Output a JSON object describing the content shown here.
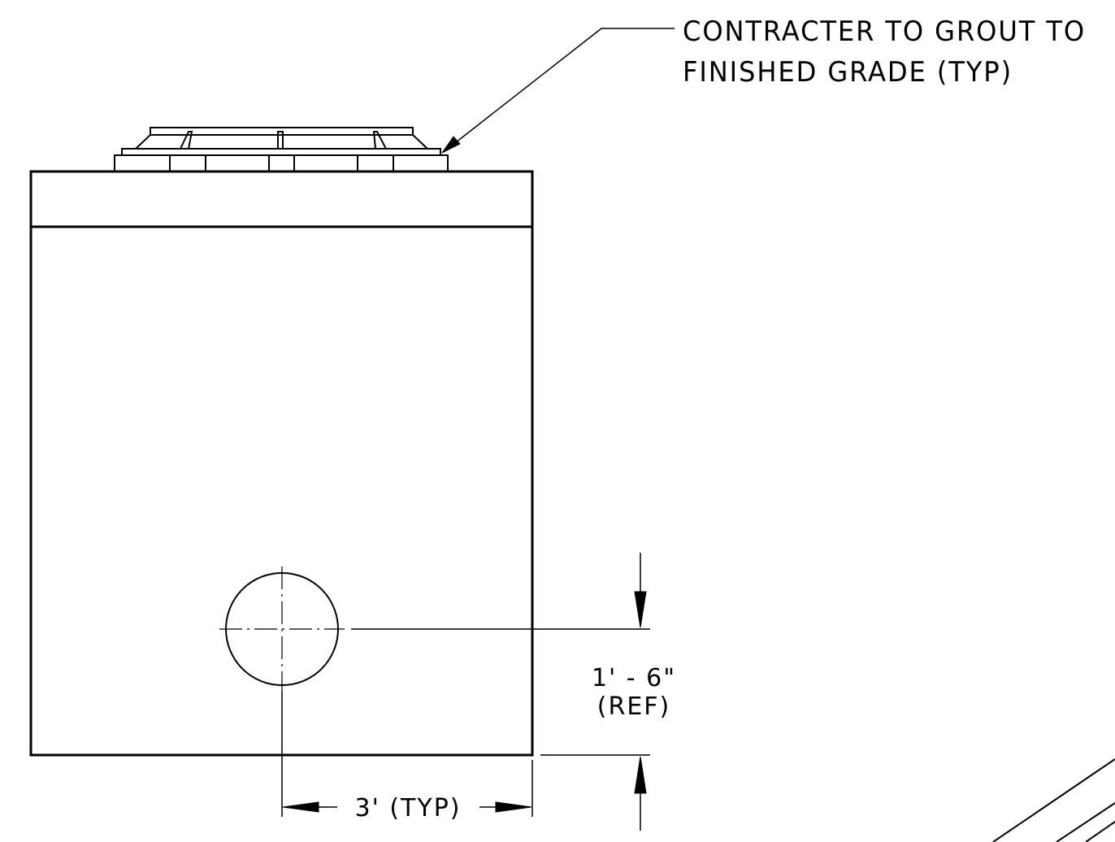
{
  "note": {
    "line1": "CONTRACTER TO GROUT TO",
    "line2": "FINISHED GRADE (TYP)"
  },
  "dimensions": {
    "vertical_value": "1' - 6\"",
    "vertical_ref": "(REF)",
    "horizontal": "3' (TYP)"
  },
  "colors": {
    "line": "#000000",
    "background": "#ffffff"
  }
}
